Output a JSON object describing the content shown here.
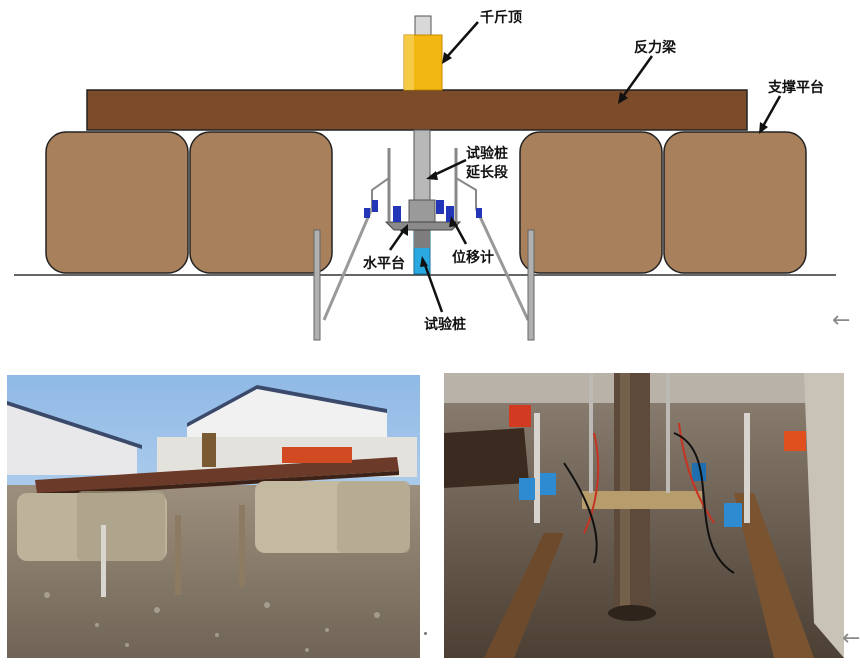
{
  "labels": {
    "jack": "千斤顶",
    "reaction_beam": "反力梁",
    "support_platform": "支撑平台",
    "test_pile_extension_line1": "试验桩",
    "test_pile_extension_line2": "延长段",
    "level_platform": "水平台",
    "displacement_meter": "位移计",
    "test_pile": "试验桩"
  },
  "colors": {
    "beam": "#7b4b2a",
    "block": "#a8805c",
    "jack": "#f2b811",
    "pile_blue": "#2aa8e0",
    "sensor_blue": "#2436b8"
  },
  "icons": {
    "edge_arrow": "←"
  }
}
